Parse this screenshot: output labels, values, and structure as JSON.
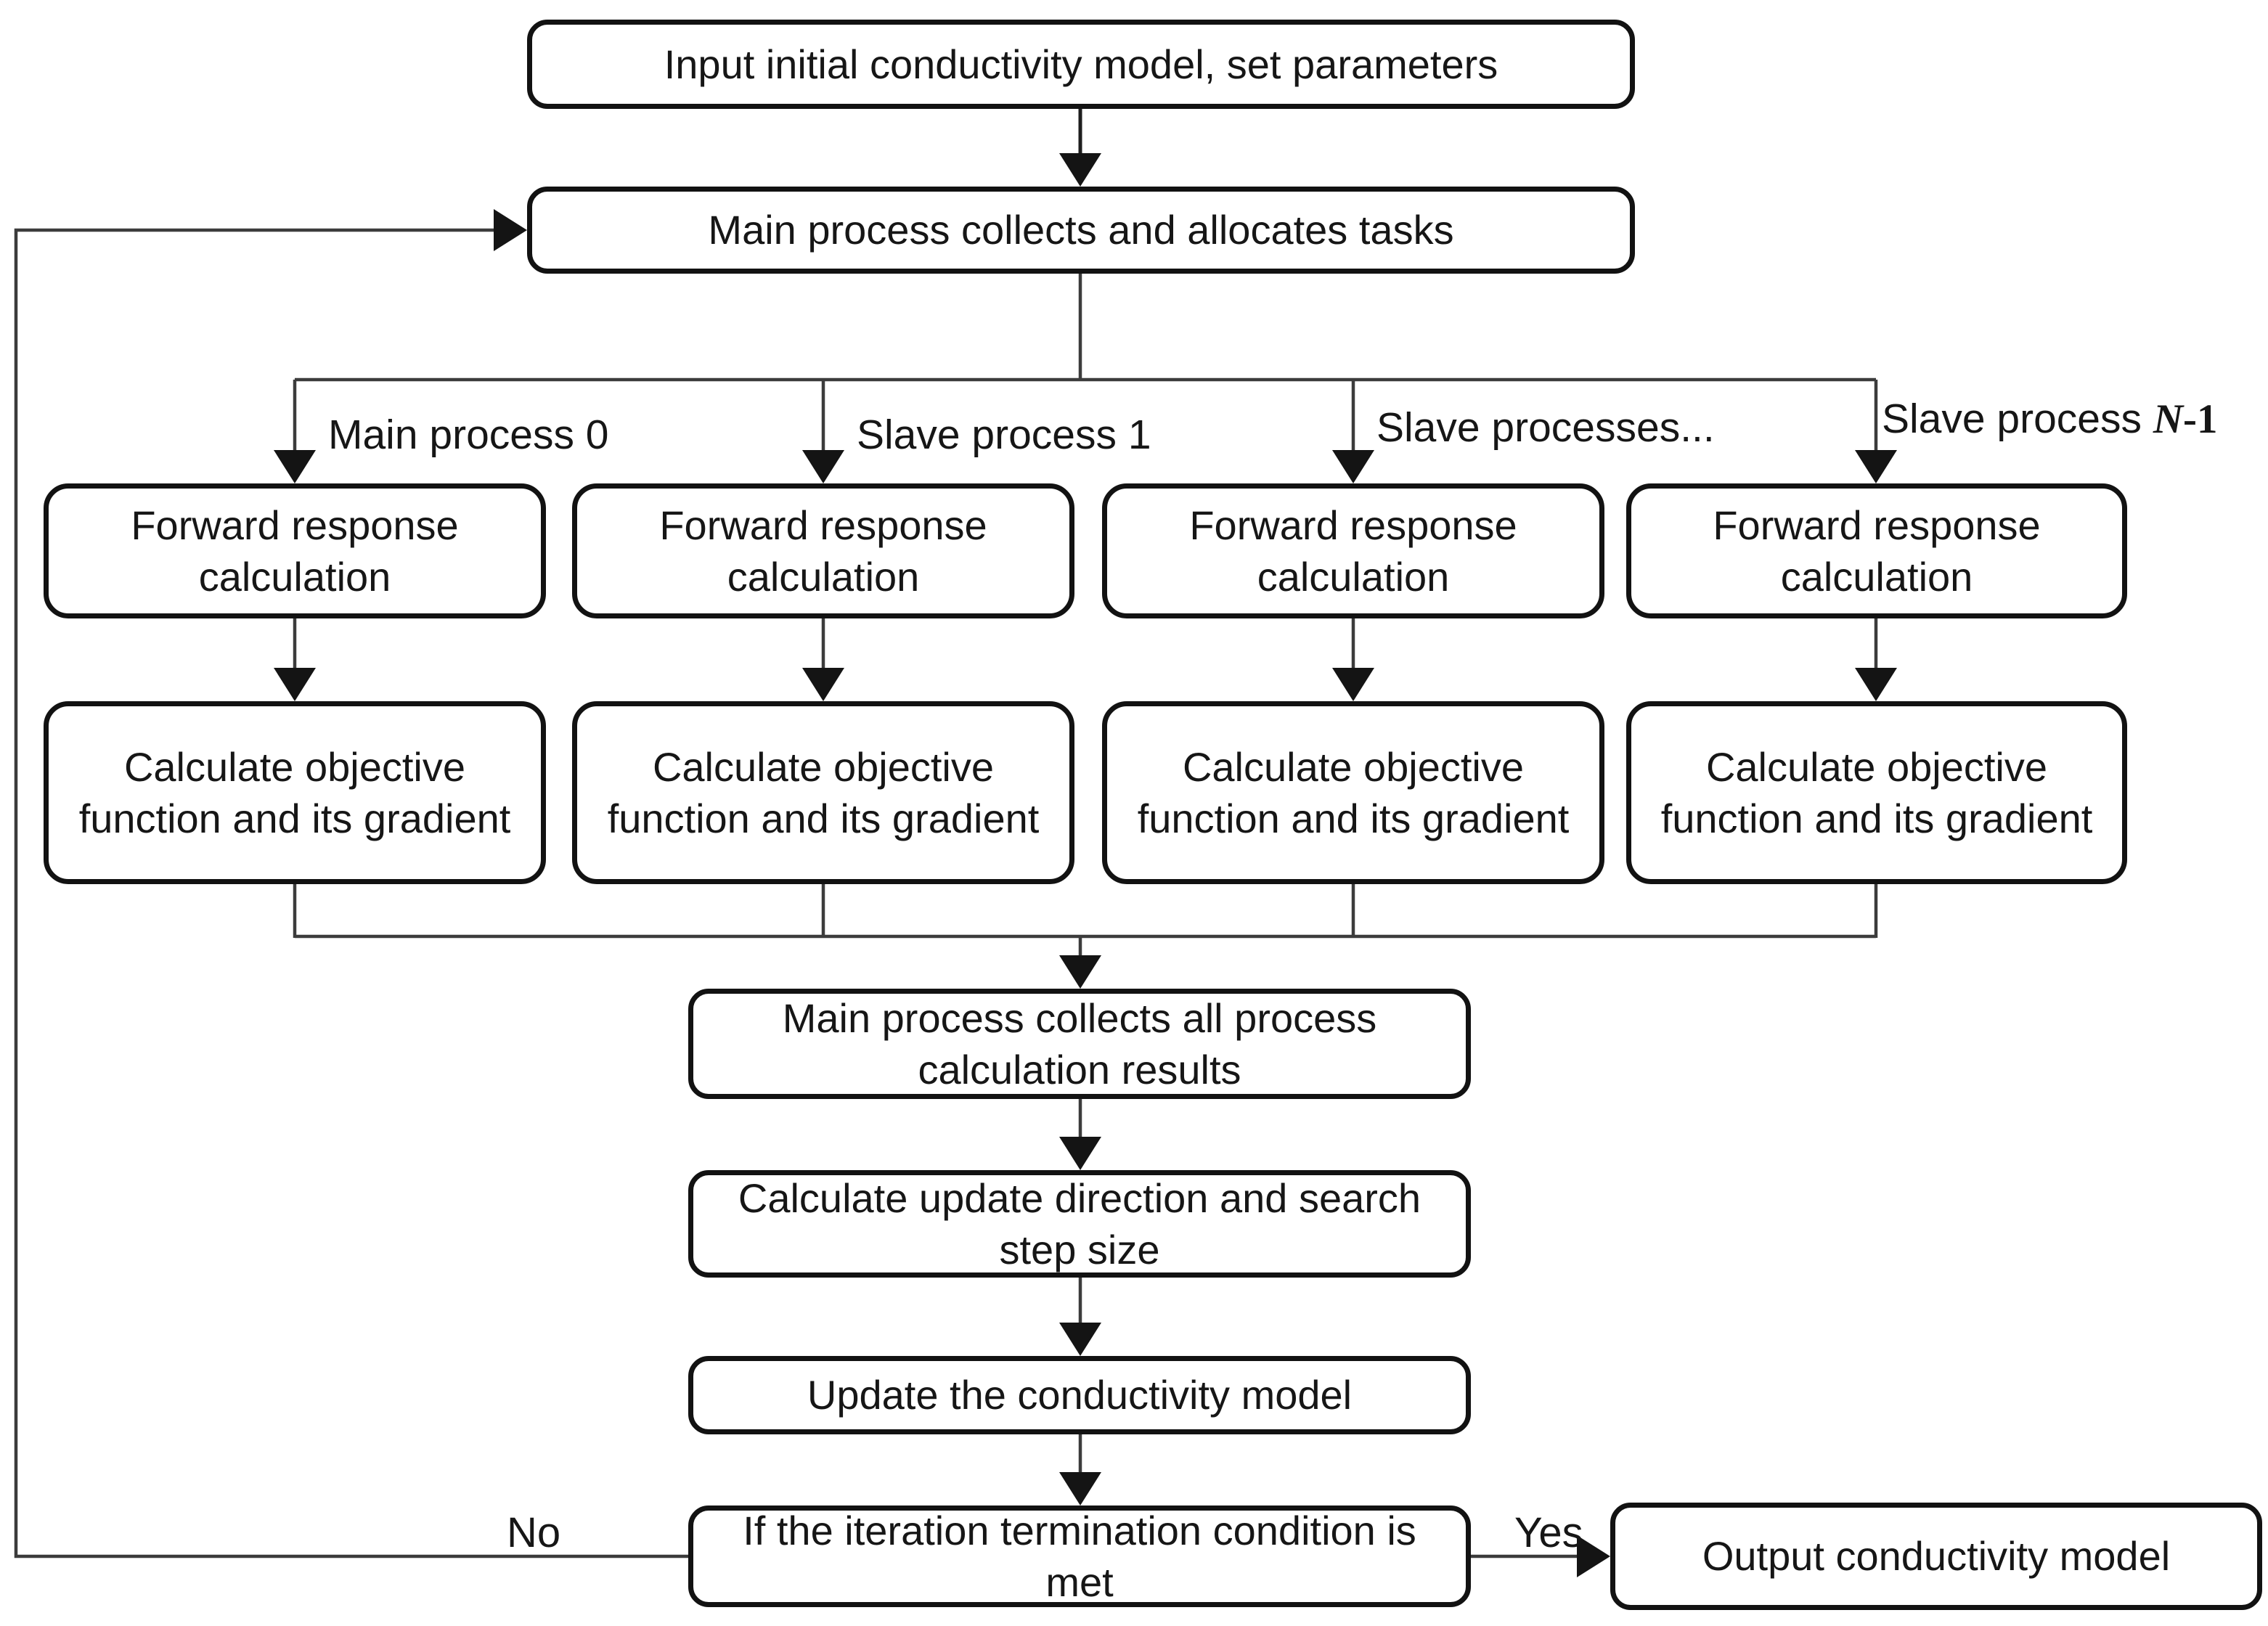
{
  "flowchart": {
    "nodes": {
      "input": {
        "label": "Input initial conductivity model, set parameters"
      },
      "allocate": {
        "label": "Main process collects and allocates tasks"
      },
      "collect_results": {
        "label": "Main process collects all process calculation results"
      },
      "update_direction": {
        "label": "Calculate update direction and search step size"
      },
      "update_model": {
        "label": "Update the conductivity model"
      },
      "termination_check": {
        "label": "If the iteration termination condition is met"
      },
      "output": {
        "label": "Output conductivity model"
      }
    },
    "process_columns": [
      {
        "branch_label": "Main process 0",
        "forward_label": "Forward response calculation",
        "objective_label": "Calculate objective function and its gradient"
      },
      {
        "branch_label": "Slave process 1",
        "forward_label": "Forward response calculation",
        "objective_label": "Calculate objective function and its gradient"
      },
      {
        "branch_label": "Slave processes...",
        "forward_label": "Forward response calculation",
        "objective_label": "Calculate objective function and its gradient"
      },
      {
        "branch_label_prefix": "Slave process ",
        "branch_label_var": "N",
        "branch_label_suffix": "-1",
        "forward_label": "Forward response calculation",
        "objective_label": "Calculate objective function and its gradient"
      }
    ],
    "edge_labels": {
      "yes": "Yes",
      "no": "No"
    },
    "colors": {
      "background": "#ffffff",
      "box_border": "#121212",
      "text": "#161616",
      "connector": "#3c3c3c",
      "arrowhead": "#141414"
    }
  }
}
